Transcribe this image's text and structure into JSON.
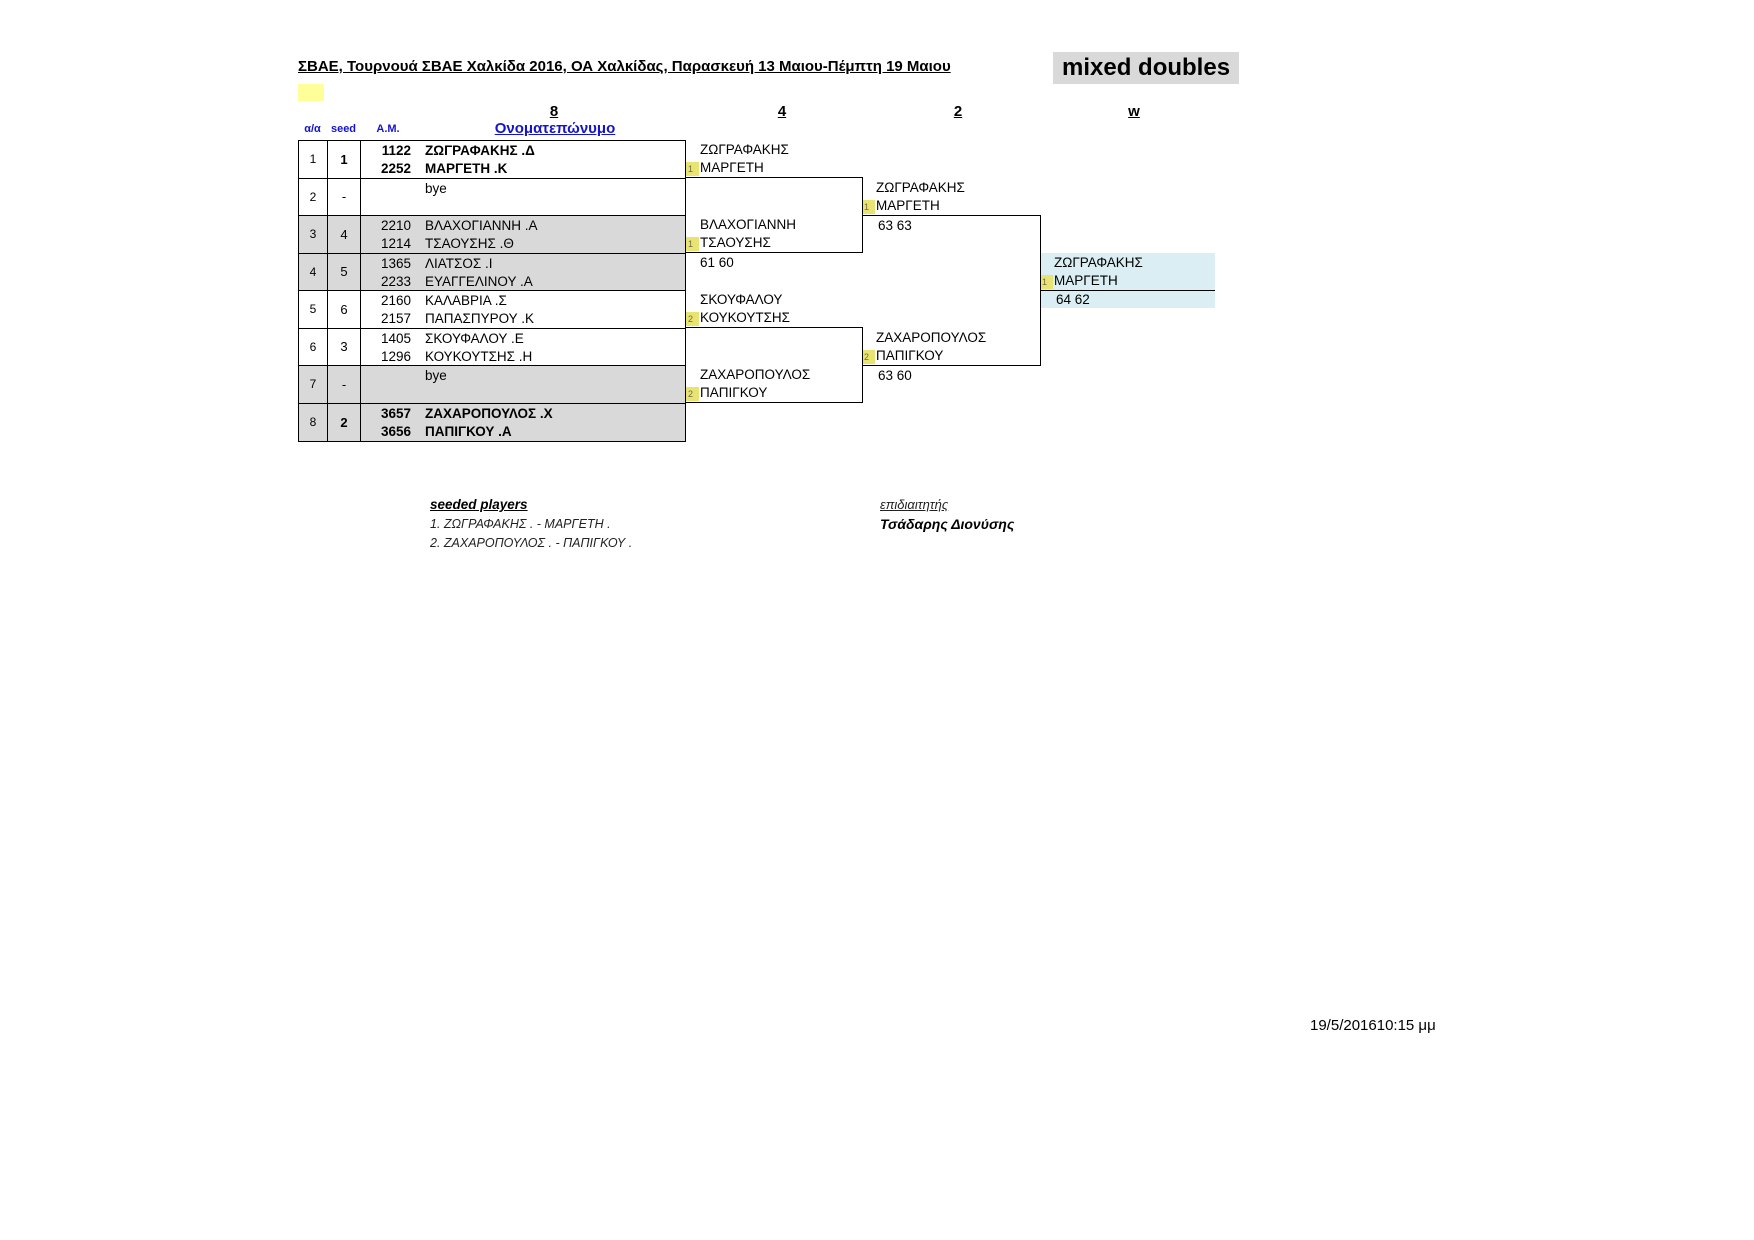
{
  "header": {
    "title": "ΣΒΑΕ, Τουρνουά ΣΒΑΕ Χαλκίδα 2016, ΟΑ Χαλκίδας, Παρασκευή 13 Μαιου-Πέμπτη 19 Μαιου",
    "event_label": "mixed doubles"
  },
  "columns": {
    "round8": "8",
    "round4": "4",
    "round2": "2",
    "winner": "w",
    "pos": "α/α",
    "seed": "seed",
    "am": "Α.Μ.",
    "name": "Ονοματεπώνυμο"
  },
  "draw": {
    "rows": [
      {
        "pos": "1",
        "seed": "1",
        "am1": "1122",
        "name1": "ΖΩΓΡΑΦΑΚΗΣ .Δ",
        "am2": "2252",
        "name2": "ΜΑΡΓΕΤΗ .Κ"
      },
      {
        "pos": "2",
        "seed": "-",
        "am1": "",
        "name1": "bye",
        "am2": "",
        "name2": ""
      },
      {
        "pos": "3",
        "seed": "4",
        "am1": "2210",
        "name1": "ΒΛΑΧΟΓΙΑΝΝΗ .Α",
        "am2": "1214",
        "name2": "ΤΣΑΟΥΣΗΣ .Θ"
      },
      {
        "pos": "4",
        "seed": "5",
        "am1": "1365",
        "name1": "ΛΙΑΤΣΟΣ .Ι",
        "am2": "2233",
        "name2": "ΕΥΑΓΓΕΛΙΝΟΥ .Α"
      },
      {
        "pos": "5",
        "seed": "6",
        "am1": "2160",
        "name1": "ΚΑΛΑΒΡΙΑ .Σ",
        "am2": "2157",
        "name2": "ΠΑΠΑΣΠΥΡΟΥ .Κ"
      },
      {
        "pos": "6",
        "seed": "3",
        "am1": "1405",
        "name1": "ΣΚΟΥΦΑΛΟΥ .Ε",
        "am2": "1296",
        "name2": "ΚΟΥΚΟΥΤΣΗΣ .Η"
      },
      {
        "pos": "7",
        "seed": "-",
        "am1": "",
        "name1": "bye",
        "am2": "",
        "name2": ""
      },
      {
        "pos": "8",
        "seed": "2",
        "am1": "3657",
        "name1": "ΖΑΧΑΡΟΠΟΥΛΟΣ .Χ",
        "am2": "3656",
        "name2": "ΠΑΠΙΓΚΟΥ .Α"
      }
    ]
  },
  "round4": [
    {
      "line1": "ΖΩΓΡΑΦΑΚΗΣ",
      "line2": "ΜΑΡΓΕΤΗ",
      "marker": "1",
      "score": ""
    },
    {
      "line1": "ΒΛΑΧΟΓΙΑΝΝΗ",
      "line2": "ΤΣΑΟΥΣΗΣ",
      "marker": "1",
      "score": "61 60"
    },
    {
      "line1": "ΣΚΟΥΦΑΛΟΥ",
      "line2": "ΚΟΥΚΟΥΤΣΗΣ",
      "marker": "2",
      "score": ""
    },
    {
      "line1": "ΖΑΧΑΡΟΠΟΥΛΟΣ",
      "line2": "ΠΑΠΙΓΚΟΥ",
      "marker": "2",
      "score": ""
    }
  ],
  "round2": [
    {
      "line1": "ΖΩΓΡΑΦΑΚΗΣ",
      "line2": "ΜΑΡΓΕΤΗ",
      "marker": "1",
      "score": "63 63"
    },
    {
      "line1": "ΖΑΧΑΡΟΠΟΥΛΟΣ",
      "line2": "ΠΑΠΙΓΚΟΥ",
      "marker": "2",
      "score": "63 60"
    }
  ],
  "final": {
    "line1": "ΖΩΓΡΑΦΑΚΗΣ",
    "line2": "ΜΑΡΓΕΤΗ",
    "marker": "1",
    "score": "64 62"
  },
  "footer": {
    "seeded_title": "seeded players",
    "seeded_1": "1. ΖΩΓΡΑΦΑΚΗΣ . - ΜΑΡΓΕΤΗ .",
    "seeded_2": "2. ΖΑΧΑΡΟΠΟΥΛΟΣ . - ΠΑΠΙΓΚΟΥ .",
    "referee_label": "επιδιαιτητής",
    "referee_name": "Τσάδαρης Διονύσης"
  },
  "timestamp": "19/5/201610:15 μμ",
  "colors": {
    "shaded": "#d9d9d9",
    "highlight": "#ffff99",
    "marker": "#e9e472",
    "winner_bg": "#daeef3",
    "header_blue": "#1414cc"
  }
}
